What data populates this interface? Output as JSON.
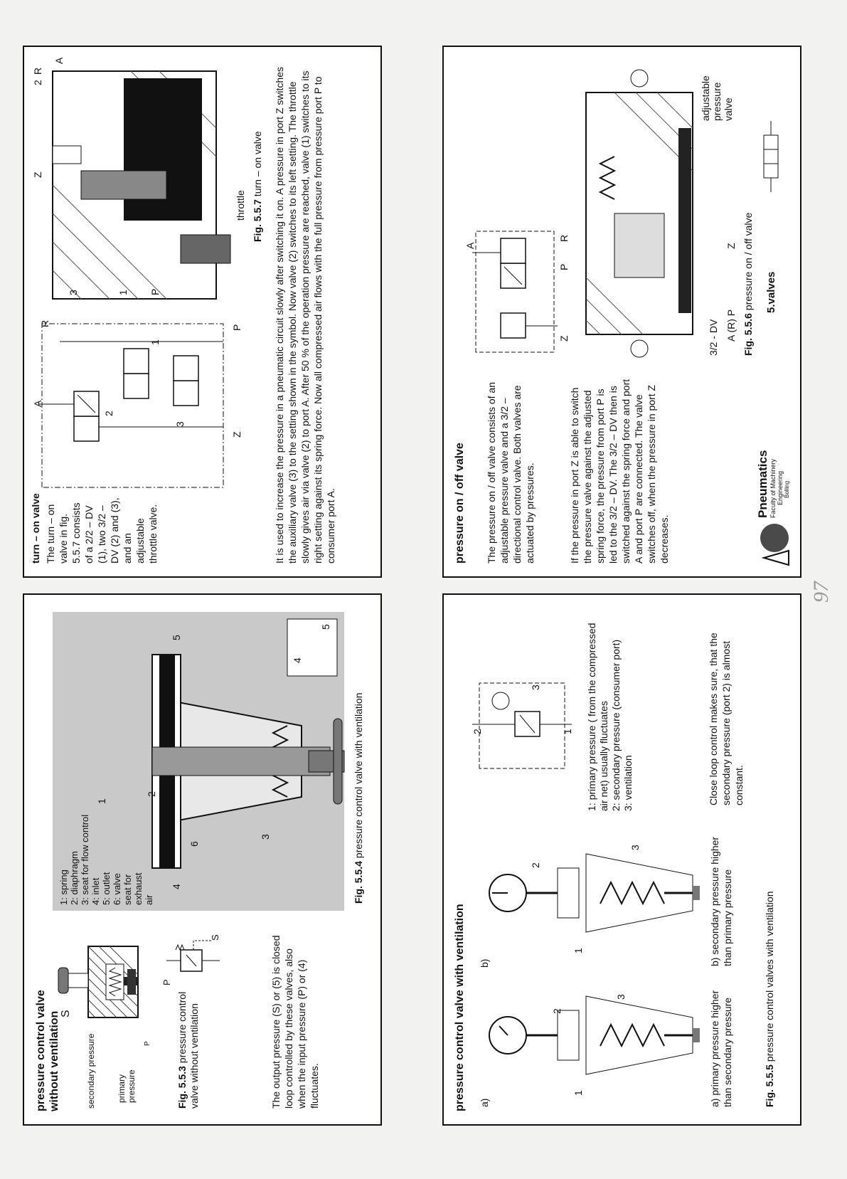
{
  "page_number": "97",
  "slide1": {
    "title": "pressure control valve without ventilation",
    "label_secondary": "secondary pressure",
    "label_S": "S",
    "label_primary": "primary pressure",
    "label_P": "P",
    "fig553_num": "Fig. 5.5.3",
    "fig553_text": "pressure control valve without ventilation",
    "sym_P": "P",
    "sym_S": "S",
    "paragraph": "The output pressure (S) or (5) is closed loop controlled by these valves, also when the input pressure (P) or (4) fluctuates.",
    "photo_legend": [
      "1: spring",
      "2: diaphragm",
      "3: seat for flow control",
      "4: inlet",
      "5: outlet",
      "6: valve seat for exhaust air"
    ],
    "photo_numbers": [
      "1",
      "2",
      "3",
      "4",
      "5",
      "6"
    ],
    "photo_sym_4": "4",
    "photo_sym_5": "5",
    "fig554_num": "Fig. 5.5.4",
    "fig554_text": "pressure control valve with ventilation"
  },
  "slide2": {
    "title": "pressure control valve with ventilation",
    "label_a": "a)",
    "label_b": "b)",
    "num_1a": "1",
    "num_2a": "2",
    "num_3a": "3",
    "num_1b": "1",
    "num_2b": "2",
    "num_3b": "3",
    "sym_2": "2",
    "sym_1": "1",
    "sym_3": "3",
    "legend": [
      "1: primary pressure ( from the compressed air net) usually fluctuates",
      "2: secondary pressure (consumer port)",
      "3: ventilation"
    ],
    "caption_a": "a) primary pressure higher than secondary pressure",
    "caption_b": "b) secondary pressure higher than primary pressure",
    "closed_loop": "Close loop control makes sure, that the secondary pressure (port 2) is almost constant.",
    "fig555_num": "Fig. 5.5.5",
    "fig555_text": "pressure control valves with ventilation"
  },
  "slide3": {
    "title": "pressure on / off valve",
    "para1": "The pressure on / off valve consists of an adjustable pressure valve and a 3/2 – directional control valve. Both valves are actuated by pressures.",
    "para2": "If the pressure in port Z is able to switch the pressure valve against the adjusted spring force, the pressure from port P is led to the 3/2 – DV. The 3/2 – DV then is switched against the spring force and port A and port P are connected. The valve switches off, when the pressure in port Z decreases.",
    "sym_A": "A",
    "sym_Z": "Z",
    "sym_P": "P",
    "sym_R": "R",
    "label_32dv": "3/2 - DV",
    "label_adjustable": "adjustable pressure valve",
    "ports_bottom": "A (R) P",
    "port_Z": "Z",
    "fig556_num": "Fig. 5.5.6",
    "fig556_text": "pressure on / off valve",
    "logo_title": "Pneumatics",
    "logo_sub1": "Faculty of Machinery",
    "logo_sub2": "Engineering",
    "logo_sub3": "Bolling",
    "chapter": "5.valves"
  },
  "slide4": {
    "title": "turn – on valve",
    "para": "The turn – on valve in fig. 5.5.7 consists of a 2/2 – DV (1), two 3/2 –DV (2) and (3), and an adjustable throttle valve.",
    "sym_A": "A",
    "sym_R": "R",
    "sym_2": "2",
    "sym_1": "1",
    "sym_3": "3",
    "sym_Z": "Z",
    "sym_P": "P",
    "sec_Z": "Z",
    "sec_2": "2",
    "sec_R": "R",
    "sec_A": "A",
    "sec_3": "3",
    "sec_1": "1",
    "sec_P": "P",
    "sec_throttle": "throttle",
    "fig557_num": "Fig. 5.5.7",
    "fig557_text": "turn – on valve",
    "para2": "It is used to increase the pressure in a pneumatic circuit slowly after switching it on. A pressure in port Z switches the auxiliary valve (3) to the setting shown in the symbol. Now valve (2) switches to its left setting. The throttle slowly gives air via valve (2) to port A. After 50 % of the operation pressure are reached, valve (1) switches to its right setting against its spring force. Now all compressed air flows with the full pressure from pressure port P to consumer port A."
  }
}
